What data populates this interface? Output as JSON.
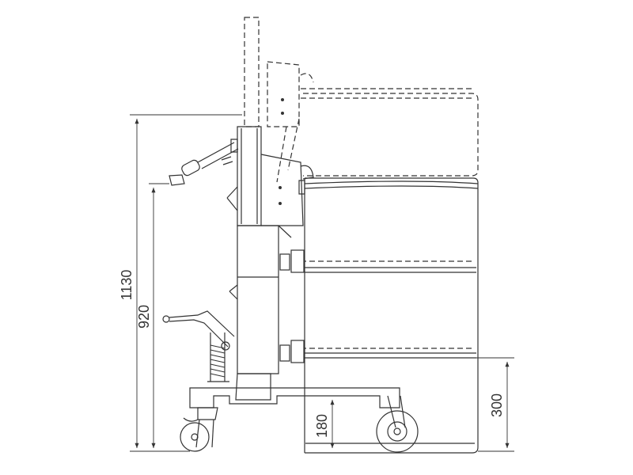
{
  "dimensions": {
    "overall_height": "1130",
    "handle_height": "920",
    "drum_ring_height": "300",
    "clamp_height": "180"
  },
  "colors": {
    "line": "#333333",
    "background": "#ffffff"
  }
}
